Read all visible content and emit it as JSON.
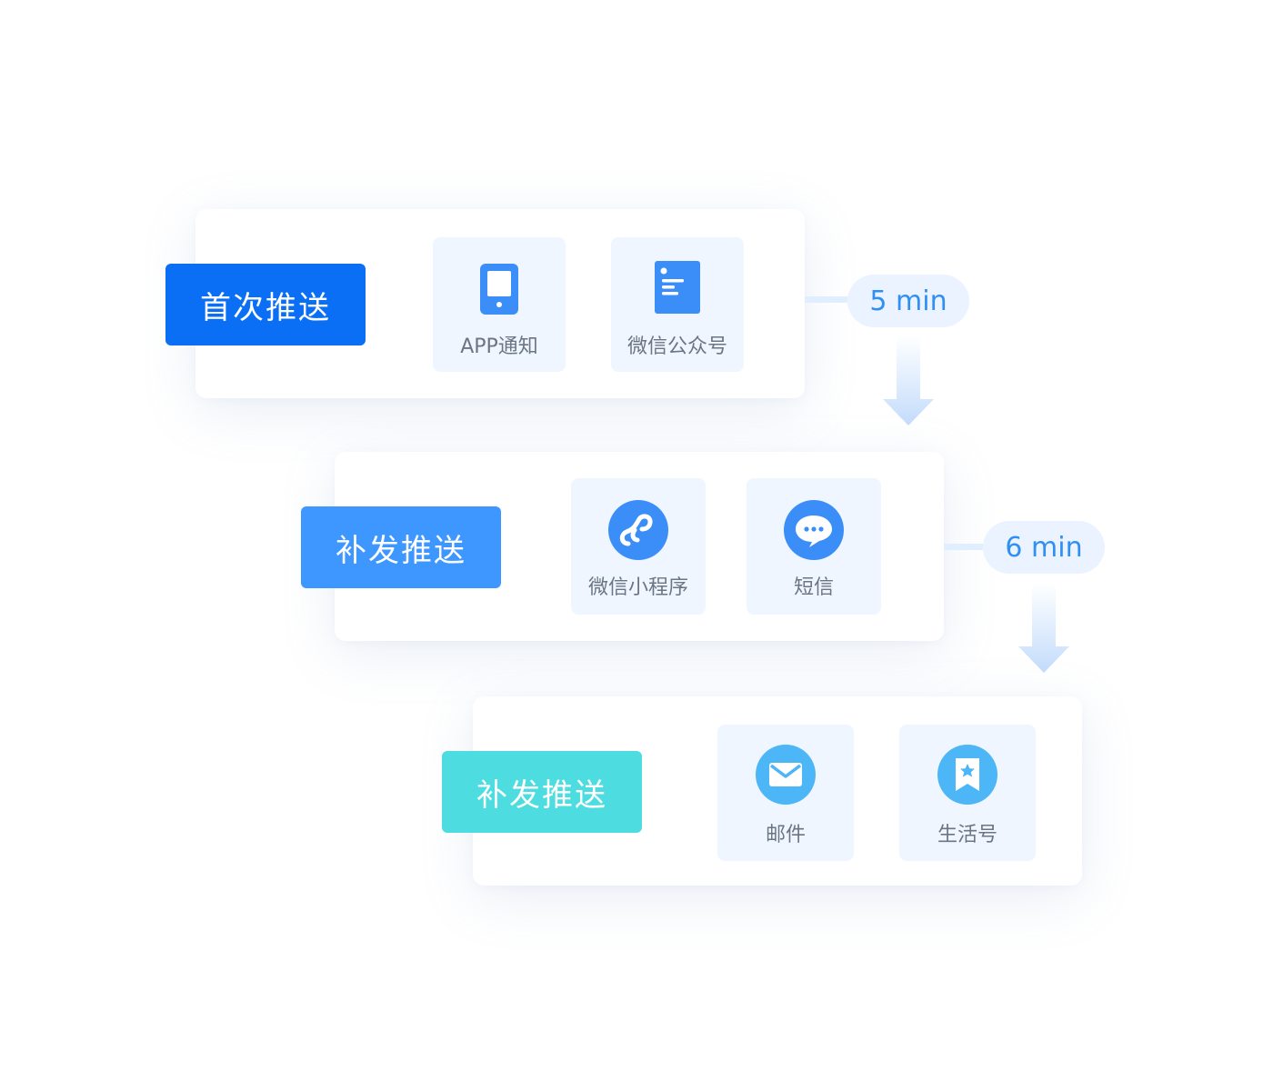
{
  "stages": [
    {
      "label": "首次推送",
      "color": "#0a6ff5",
      "channels": [
        {
          "label": "APP通知",
          "icon": "phone-icon"
        },
        {
          "label": "微信公众号",
          "icon": "document-icon"
        }
      ]
    },
    {
      "label": "补发推送",
      "color": "#3d97ff",
      "channels": [
        {
          "label": "微信小程序",
          "icon": "mini-program-icon"
        },
        {
          "label": "短信",
          "icon": "chat-bubble-icon"
        }
      ]
    },
    {
      "label": "补发推送",
      "color": "#4ddde0",
      "channels": [
        {
          "label": "邮件",
          "icon": "mail-icon"
        },
        {
          "label": "生活号",
          "icon": "bookmark-star-icon"
        }
      ]
    }
  ],
  "delays": [
    {
      "label": "5 min"
    },
    {
      "label": "6 min"
    }
  ],
  "colors": {
    "icon_primary": "#3b8ef8",
    "icon_light": "#4cb6f7",
    "arrow": "#c3dcfc"
  }
}
